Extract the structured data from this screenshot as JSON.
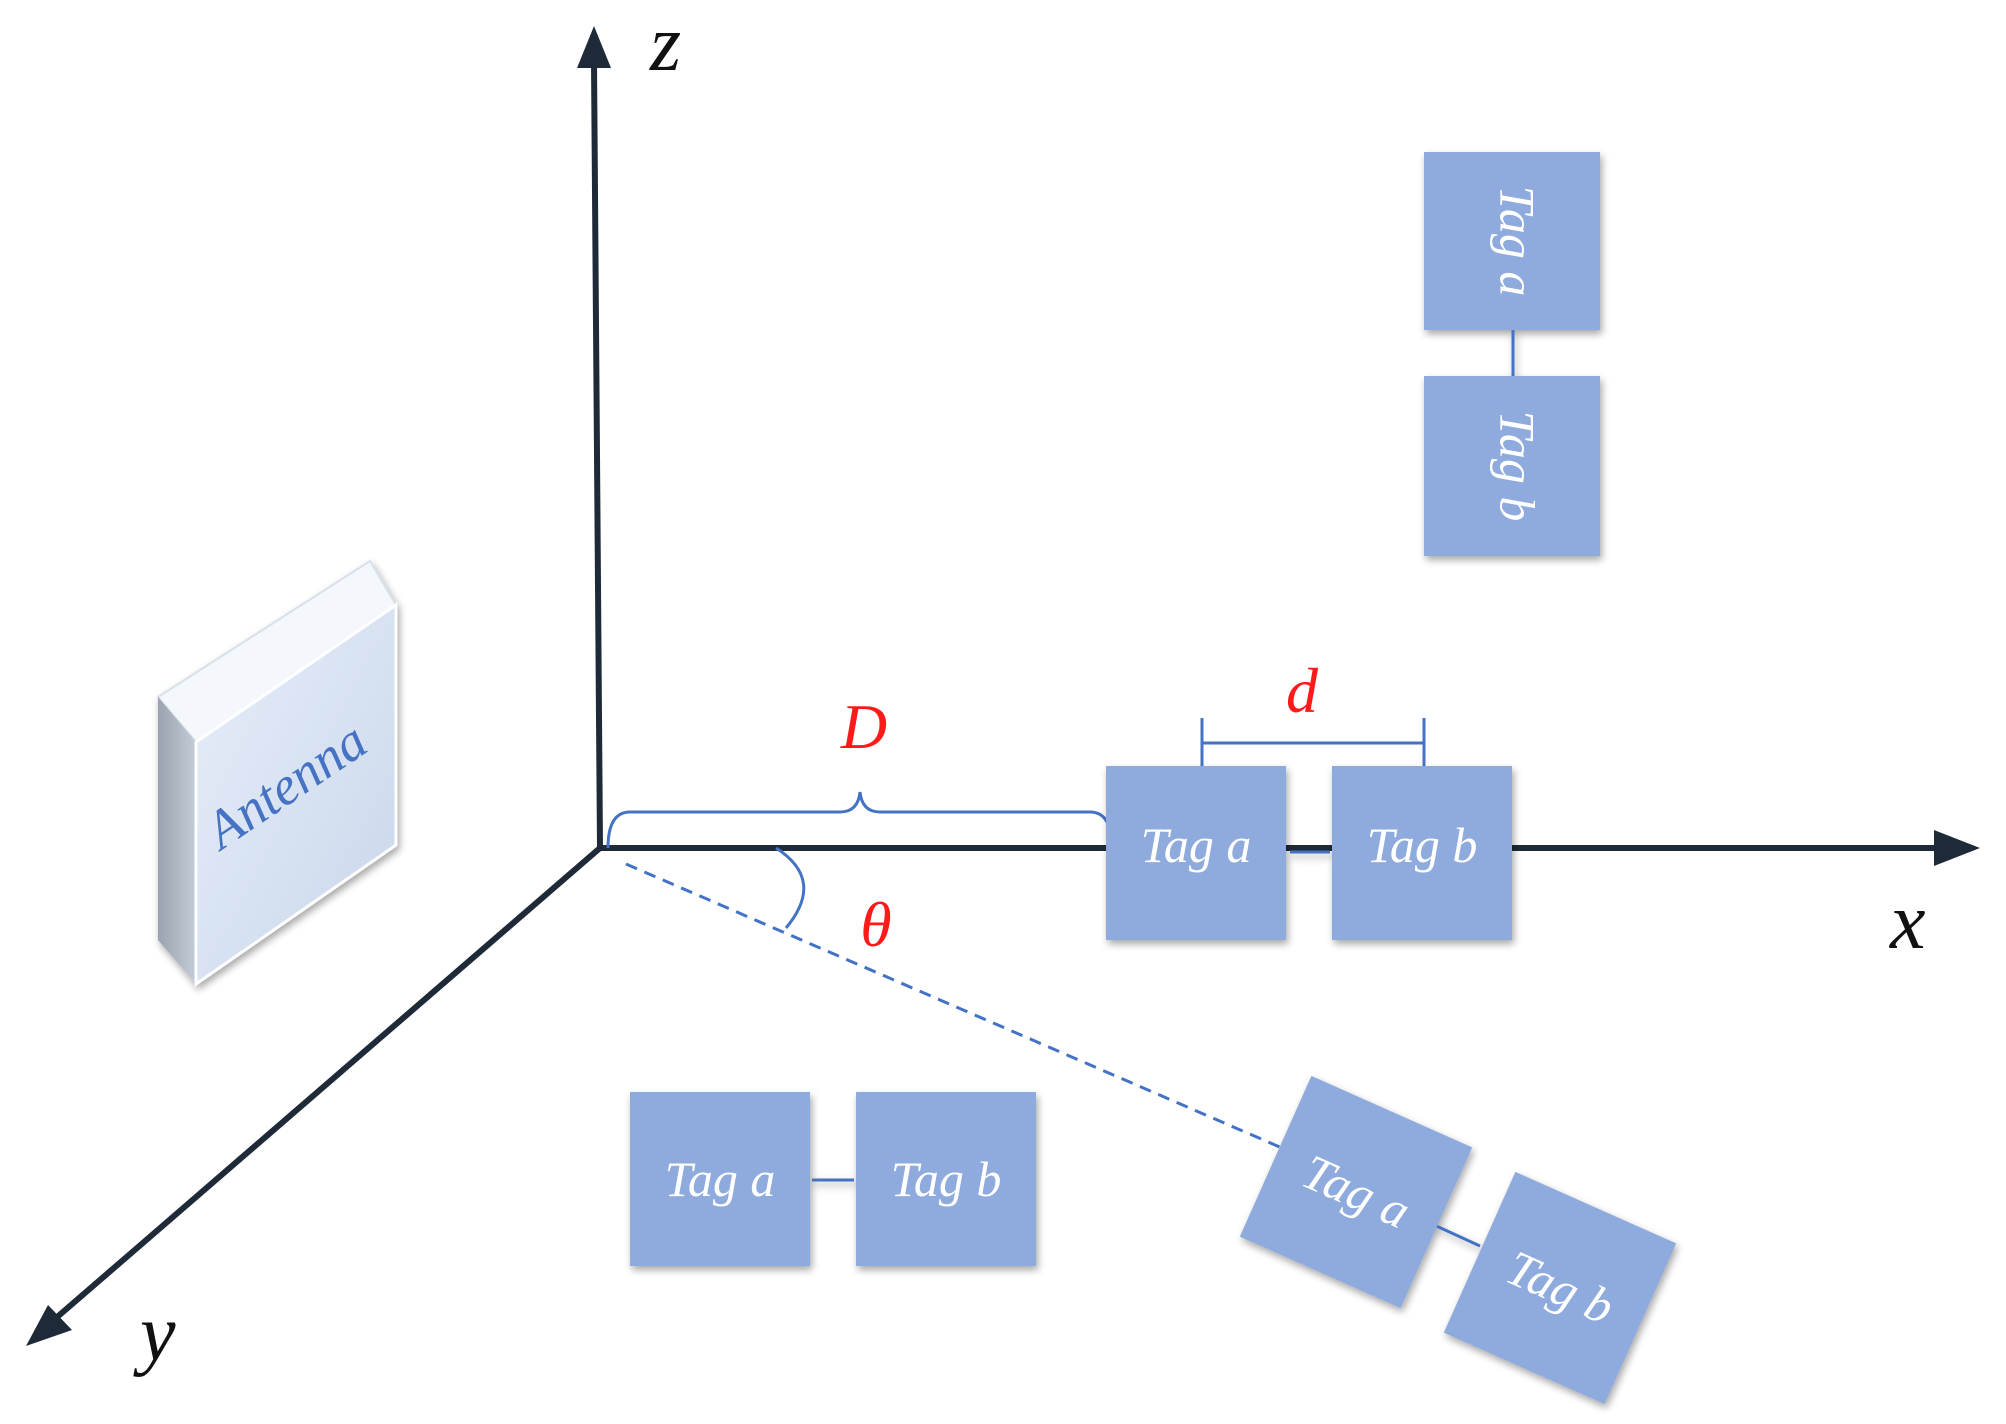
{
  "axes": {
    "x_label": "x",
    "y_label": "y",
    "z_label": "z"
  },
  "antenna": {
    "label": "Antenna"
  },
  "params": {
    "distance_label": "D",
    "spacing_label": "d",
    "angle_label": "θ"
  },
  "tag_pairs": {
    "on_axis": {
      "a": "Tag a",
      "b": "Tag b"
    },
    "vertical": {
      "a": "Tag a",
      "b": "Tag b"
    },
    "front": {
      "a": "Tag a",
      "b": "Tag b"
    },
    "rotated": {
      "a": "Tag a",
      "b": "Tag b"
    }
  },
  "colors": {
    "tag_fill": "#8faadc",
    "link": "#4472c4",
    "axis": "#1f2a38",
    "param_text": "#ff1a1a"
  }
}
